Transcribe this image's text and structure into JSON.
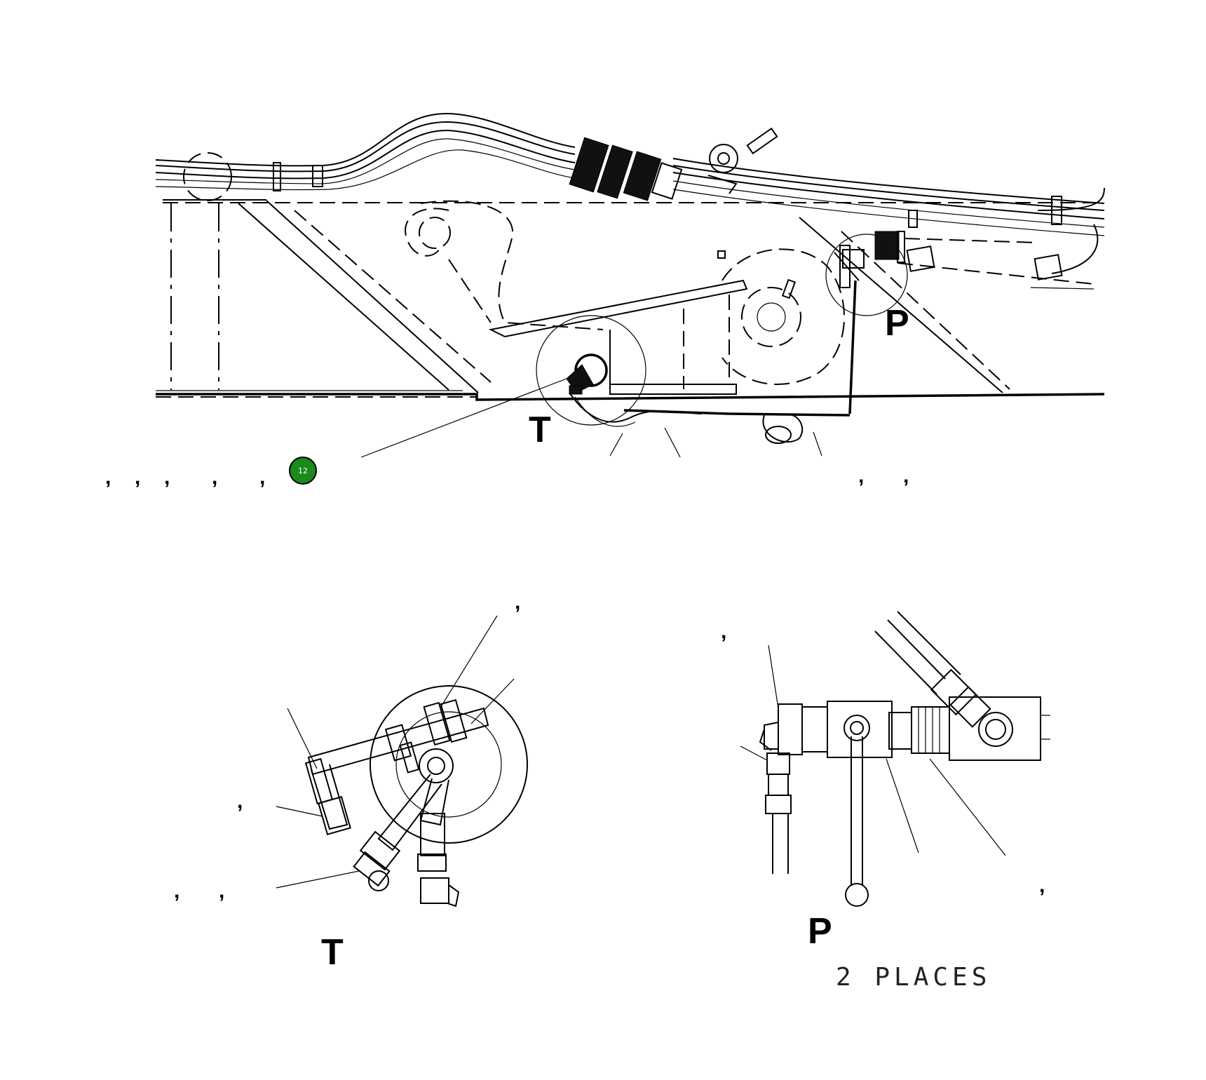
{
  "labels": {
    "detail_t_main": "T",
    "detail_p_main": "P",
    "detail_t_view": "T",
    "detail_p_view": "P",
    "places_note": "2 PLACES",
    "comma": ","
  },
  "badge": {
    "number": "12",
    "color": "#1a8a1a"
  },
  "colors": {
    "line": "#000000",
    "background": "#ffffff"
  }
}
